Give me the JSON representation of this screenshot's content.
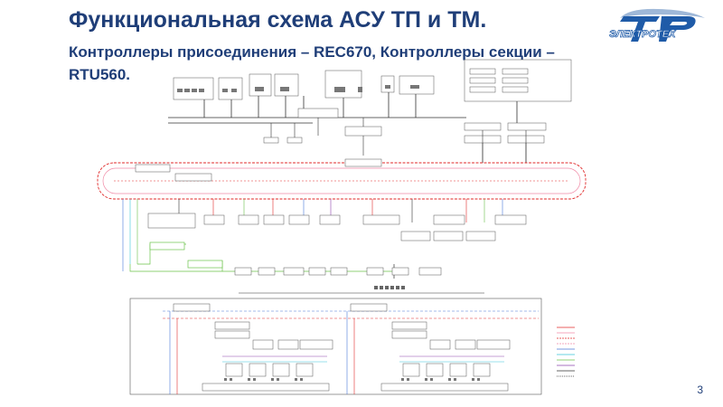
{
  "slide": {
    "title": "Функциональная схема АСУ ТП и ТМ.",
    "subtitle": "Контроллеры присоединения – REC670, Контроллеры секции – RTU560.",
    "page_number": "3"
  },
  "logo": {
    "text": "ЭЛЕКТРОТЕХ",
    "colors": {
      "primary": "#1f5ba8",
      "accent": "#9fb8d8"
    }
  },
  "colors": {
    "ring_red": "#e02a2a",
    "ring_pink": "#f08aa6",
    "network_green": "#6bc24a",
    "network_blue": "#4a79d8",
    "network_cyan": "#38c5d8",
    "network_purple": "#8e44ad",
    "wire_dark": "#333333",
    "box_border": "#666666"
  },
  "icons": [
    "logo-icon",
    "workstation-icon",
    "server-icon",
    "controller-icon",
    "switch-icon"
  ]
}
